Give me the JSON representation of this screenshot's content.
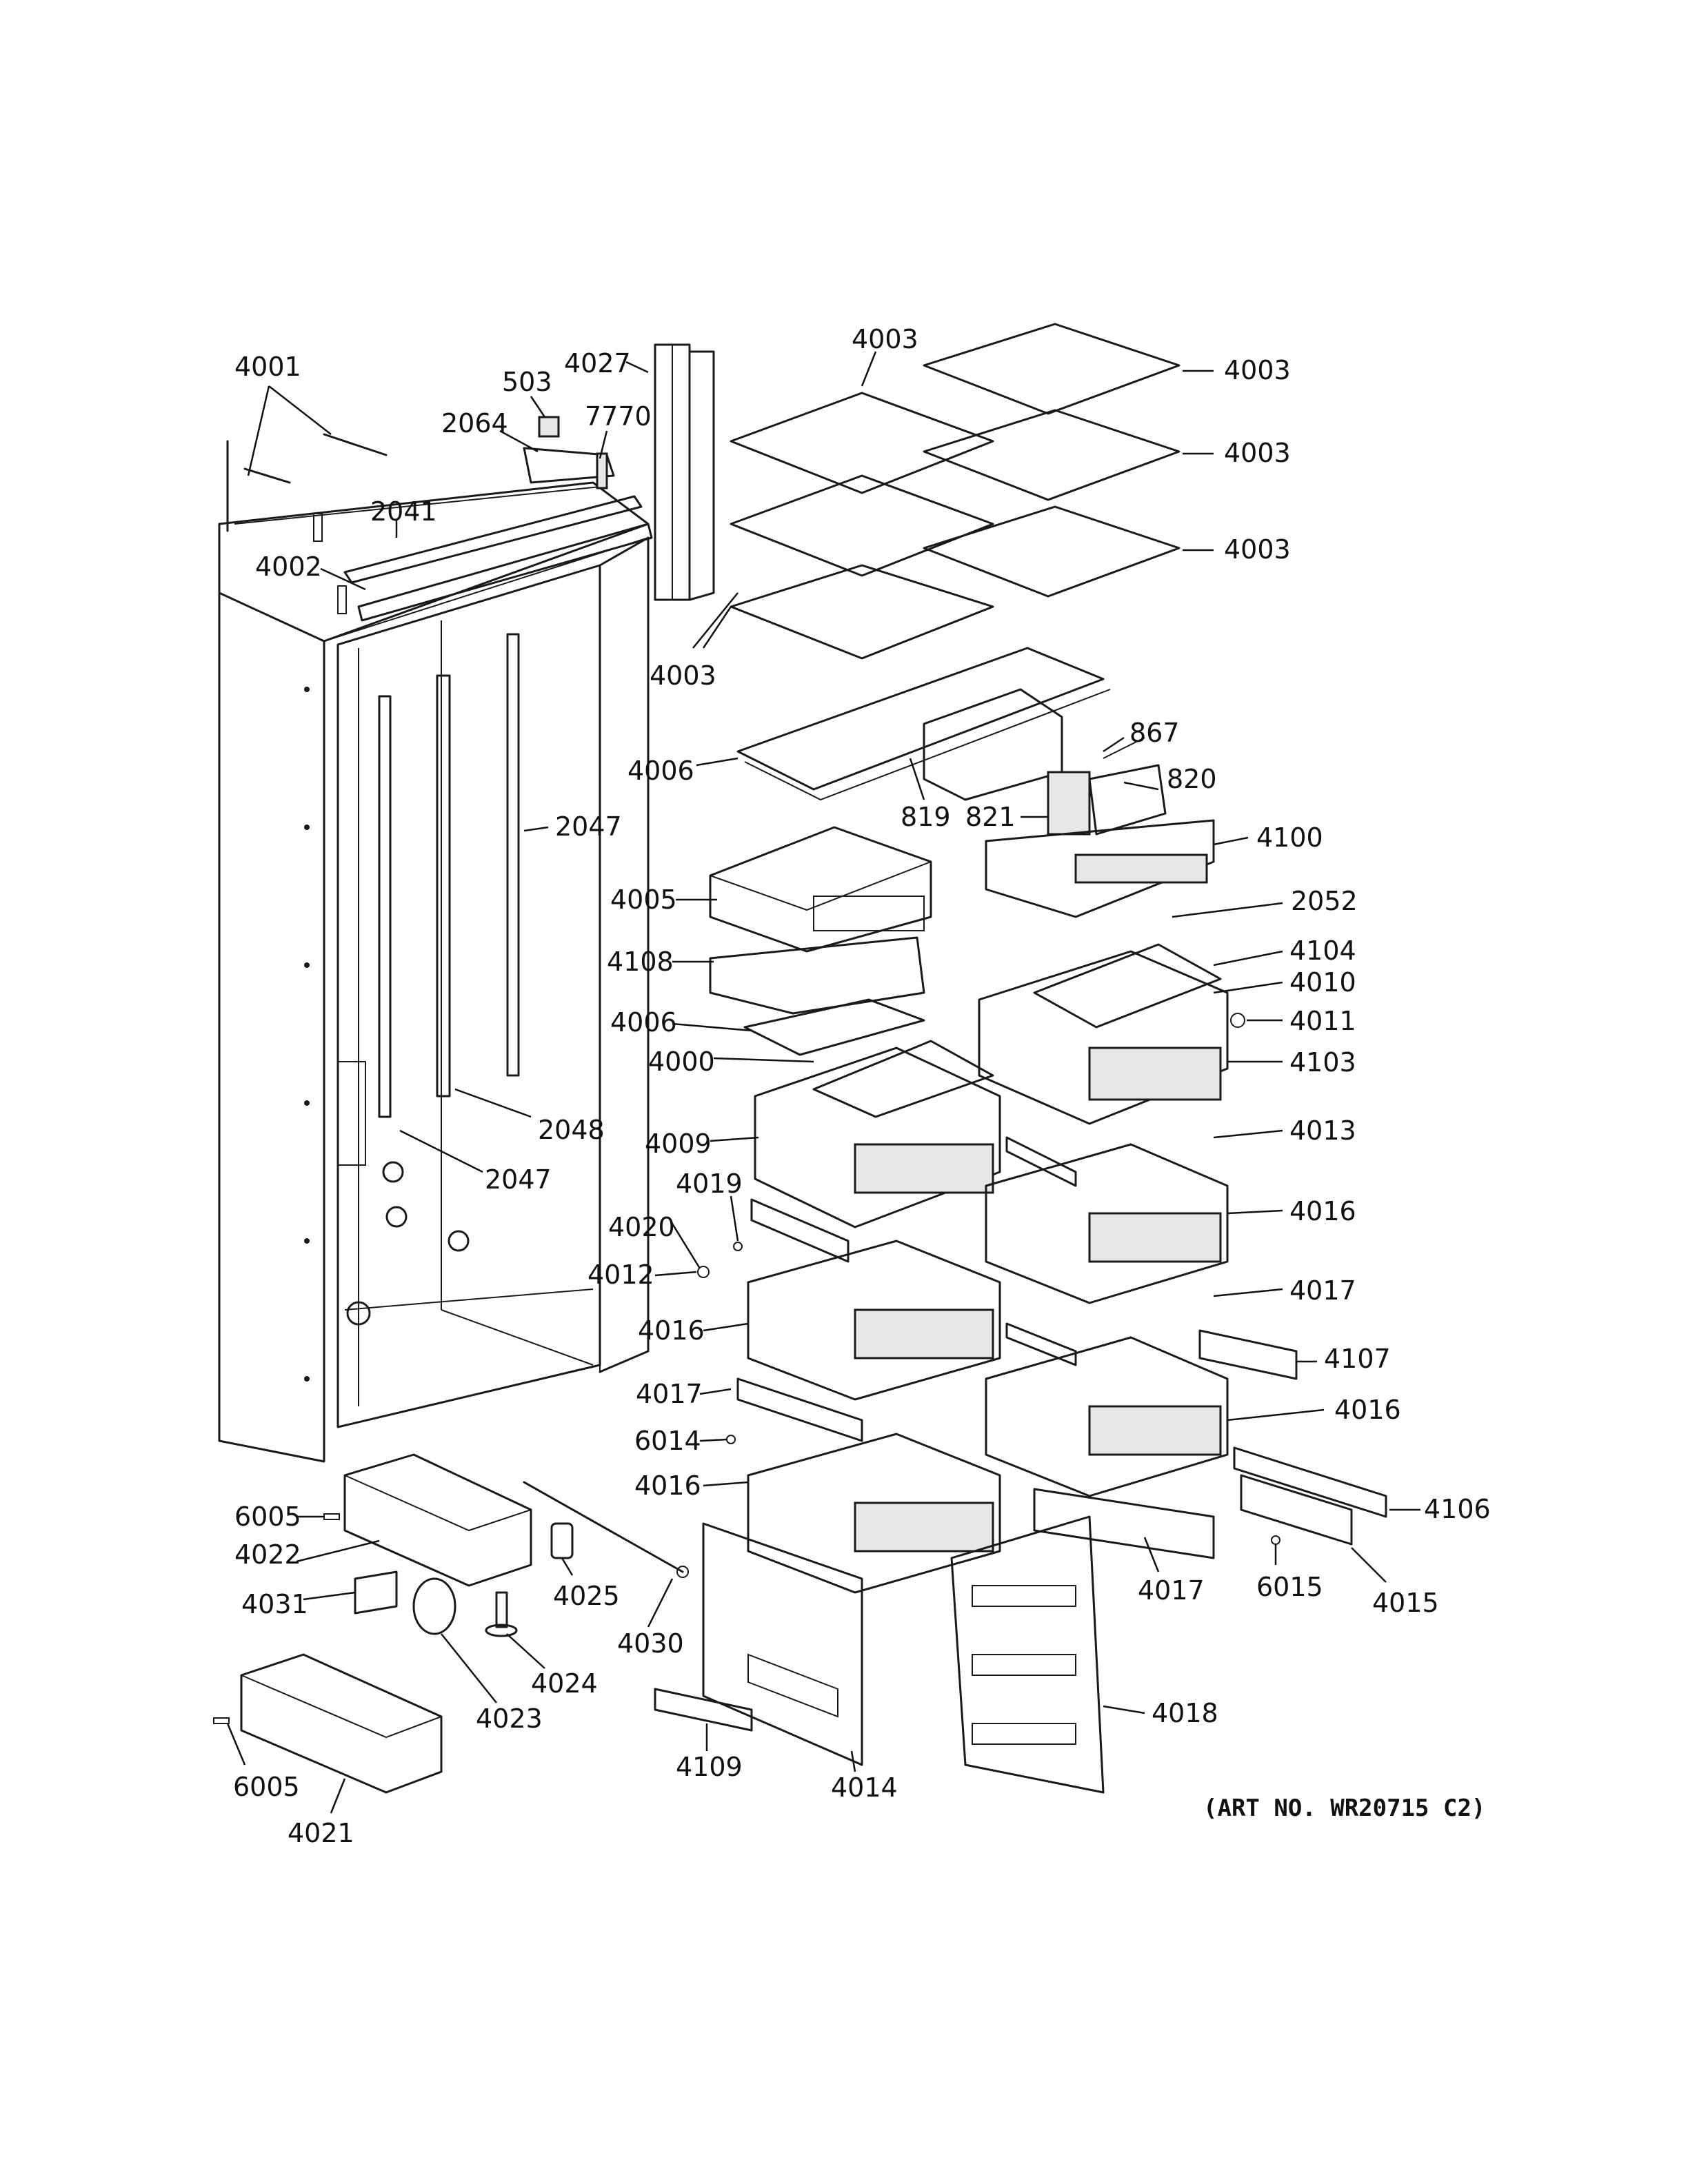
{
  "diagram": {
    "art_number": "(ART NO. WR20715 C2)",
    "callouts": [
      {
        "id": "c-4001",
        "label": "4001"
      },
      {
        "id": "c-503",
        "label": "503"
      },
      {
        "id": "c-4027",
        "label": "4027"
      },
      {
        "id": "c-2064",
        "label": "2064"
      },
      {
        "id": "c-7770",
        "label": "7770"
      },
      {
        "id": "c-2041",
        "label": "2041"
      },
      {
        "id": "c-4002",
        "label": "4002"
      },
      {
        "id": "c-4003a",
        "label": "4003"
      },
      {
        "id": "c-4003b",
        "label": "4003"
      },
      {
        "id": "c-4003c",
        "label": "4003"
      },
      {
        "id": "c-4003d",
        "label": "4003"
      },
      {
        "id": "c-4003e",
        "label": "4003"
      },
      {
        "id": "c-4006a",
        "label": "4006"
      },
      {
        "id": "c-867",
        "label": "867"
      },
      {
        "id": "c-820",
        "label": "820"
      },
      {
        "id": "c-819",
        "label": "819"
      },
      {
        "id": "c-821",
        "label": "821"
      },
      {
        "id": "c-2047a",
        "label": "2047"
      },
      {
        "id": "c-4100",
        "label": "4100"
      },
      {
        "id": "c-4005",
        "label": "4005"
      },
      {
        "id": "c-2052",
        "label": "2052"
      },
      {
        "id": "c-4108",
        "label": "4108"
      },
      {
        "id": "c-4104",
        "label": "4104"
      },
      {
        "id": "c-4010",
        "label": "4010"
      },
      {
        "id": "c-4006b",
        "label": "4006"
      },
      {
        "id": "c-4011",
        "label": "4011"
      },
      {
        "id": "c-4000",
        "label": "4000"
      },
      {
        "id": "c-4103",
        "label": "4103"
      },
      {
        "id": "c-2048",
        "label": "2048"
      },
      {
        "id": "c-4009",
        "label": "4009"
      },
      {
        "id": "c-4013",
        "label": "4013"
      },
      {
        "id": "c-2047b",
        "label": "2047"
      },
      {
        "id": "c-4019",
        "label": "4019"
      },
      {
        "id": "c-4016a",
        "label": "4016"
      },
      {
        "id": "c-4020",
        "label": "4020"
      },
      {
        "id": "c-4012",
        "label": "4012"
      },
      {
        "id": "c-4017a",
        "label": "4017"
      },
      {
        "id": "c-4016b",
        "label": "4016"
      },
      {
        "id": "c-4107",
        "label": "4107"
      },
      {
        "id": "c-4017b",
        "label": "4017"
      },
      {
        "id": "c-4016c",
        "label": "4016"
      },
      {
        "id": "c-6014",
        "label": "6014"
      },
      {
        "id": "c-4016d",
        "label": "4016"
      },
      {
        "id": "c-4106",
        "label": "4106"
      },
      {
        "id": "c-6005a",
        "label": "6005"
      },
      {
        "id": "c-4022",
        "label": "4022"
      },
      {
        "id": "c-4025",
        "label": "4025"
      },
      {
        "id": "c-4017c",
        "label": "4017"
      },
      {
        "id": "c-6015",
        "label": "6015"
      },
      {
        "id": "c-4015",
        "label": "4015"
      },
      {
        "id": "c-4031",
        "label": "4031"
      },
      {
        "id": "c-4030",
        "label": "4030"
      },
      {
        "id": "c-4024",
        "label": "4024"
      },
      {
        "id": "c-4023",
        "label": "4023"
      },
      {
        "id": "c-4018",
        "label": "4018"
      },
      {
        "id": "c-4109",
        "label": "4109"
      },
      {
        "id": "c-6005b",
        "label": "6005"
      },
      {
        "id": "c-4014",
        "label": "4014"
      },
      {
        "id": "c-4021",
        "label": "4021"
      }
    ]
  }
}
